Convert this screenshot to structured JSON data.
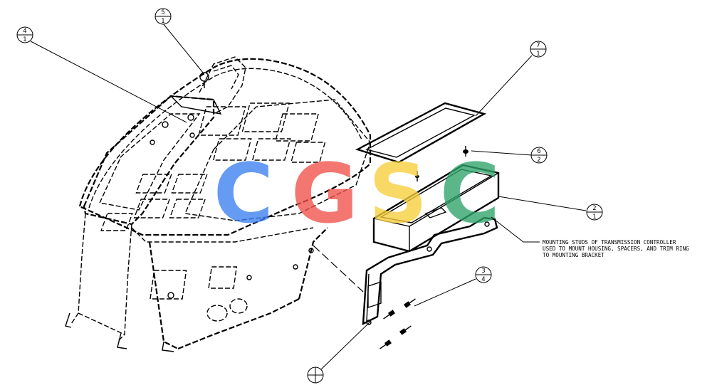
{
  "callouts": [
    {
      "id": "c4",
      "top": "4",
      "bottom": "1"
    },
    {
      "id": "c5",
      "top": "5",
      "bottom": "1"
    },
    {
      "id": "c7",
      "top": "7",
      "bottom": "1"
    },
    {
      "id": "c6",
      "top": "6",
      "bottom": "2"
    },
    {
      "id": "c2",
      "top": "2",
      "bottom": "1"
    },
    {
      "id": "c3",
      "top": "3",
      "bottom": "4"
    },
    {
      "id": "c1",
      "top": "",
      "bottom": ""
    }
  ],
  "note": {
    "line1": "MOUNTING STUDS OF TRANSMISSION CONTROLLER",
    "line2": "USED TO MOUNT HOUSING, SPACERS, AND TRIM RING",
    "line3": "TO MOUNTING BRACKET"
  },
  "watermark": {
    "letters": [
      "C",
      "G",
      "S",
      "C"
    ],
    "colors": [
      "#3b7ff0",
      "#f0504a",
      "#f7cf3c",
      "#2ea36a"
    ]
  }
}
